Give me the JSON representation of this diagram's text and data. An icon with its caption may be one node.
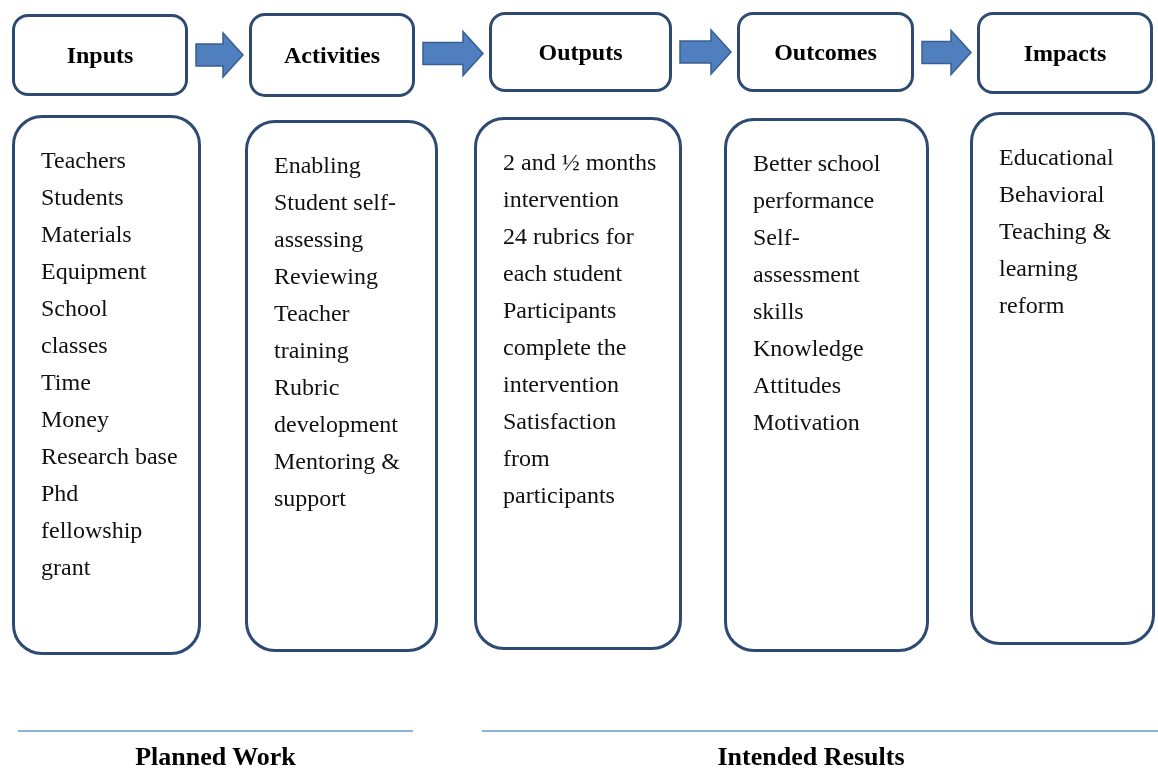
{
  "diagram": {
    "nodes": [
      {
        "text": [
          "Inputs"
        ]
      },
      {
        "text": [
          "Activities"
        ]
      },
      {
        "text": [
          "Outputs"
        ]
      },
      {
        "text": [
          "Outcomes"
        ]
      },
      {
        "text": [
          "Impacts"
        ]
      },
      {
        "text": [
          "Teachers",
          "Students",
          "Materials",
          "Equipment",
          "School classes",
          "Time",
          "Money",
          "Research base",
          "Phd fellowship grant"
        ]
      },
      {
        "text": [
          "Enabling Student self-assessing",
          "Reviewing",
          "Teacher training",
          "Rubric development",
          "Mentoring & support"
        ]
      },
      {
        "text": [
          "2 and ½ months intervention",
          "24 rubrics for each student",
          "Participants complete the intervention",
          "Satisfaction from participants"
        ]
      },
      {
        "text": [
          "Better school performance",
          "Self-assessment skills",
          "Knowledge",
          "Attitudes",
          "Motivation"
        ]
      },
      {
        "text": [
          "Educational",
          "Behavioral",
          "Teaching & learning reform"
        ]
      }
    ],
    "edges": [
      {
        "from": 0,
        "to": 1,
        "arrow": "to"
      },
      {
        "from": 1,
        "to": 2,
        "arrow": "to"
      },
      {
        "from": 2,
        "to": 3,
        "arrow": "to"
      },
      {
        "from": 3,
        "to": 4,
        "arrow": "to"
      }
    ],
    "labels": [
      "Planned Work",
      "Intended Results"
    ]
  }
}
